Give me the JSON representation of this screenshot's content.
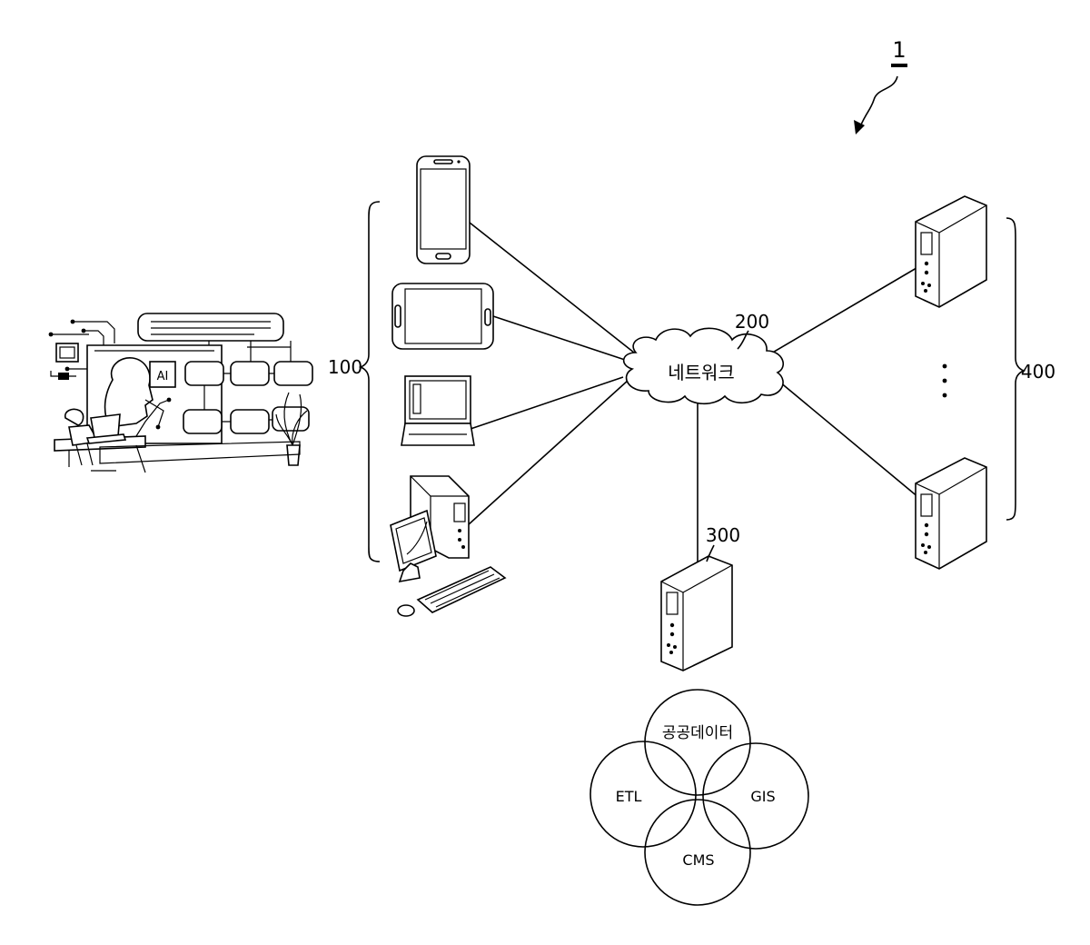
{
  "labels": {
    "system_ref": "1",
    "user_terminals_ref": "100",
    "network_ref": "200",
    "network_name": "네트워크",
    "analysis_server_ref": "300",
    "external_servers_ref": "400"
  },
  "data_sources": [
    "공공데이터",
    "ETL",
    "GIS",
    "CMS"
  ],
  "inset_label": "AI"
}
